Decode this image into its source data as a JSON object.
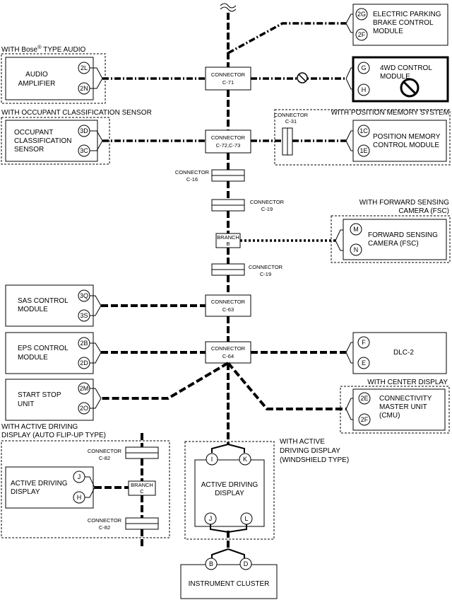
{
  "top": {
    "epb_module": "ELECTRIC PARKING BRAKE CONTROL MODULE",
    "epb_lines": [
      "ELECTRIC PARKING",
      "BRAKE CONTROL",
      "MODULE"
    ],
    "epb_pins": [
      "2G",
      "2F"
    ]
  },
  "audio": {
    "group_label": "WITH Bose® TYPE AUDIO",
    "group_prefix": "WITH Bose",
    "group_reg": "®",
    "group_suffix": " TYPE AUDIO",
    "module_lines": [
      "AUDIO",
      "AMPLIFIER"
    ],
    "pins": [
      "2L",
      "2N"
    ]
  },
  "connector_c71": {
    "lines": [
      "CONNECTOR",
      "C-71"
    ]
  },
  "awd": {
    "module_lines": [
      "4WD CONTROL",
      "MODULE"
    ],
    "pins": [
      "G",
      "H"
    ]
  },
  "occupant": {
    "group_label": "WITH OCCUPANT CLASSIFICATION SENSOR",
    "module_lines": [
      "OCCUPANT",
      "CLASSIFICATION",
      "SENSOR"
    ],
    "pins": [
      "3D",
      "3C"
    ]
  },
  "connector_c72": {
    "lines": [
      "CONNECTOR",
      "C-72,C-73"
    ]
  },
  "position_memory": {
    "group_label": "WITH POSITION MEMORY SYSTEM",
    "connector_lines": [
      "CONNECTOR",
      "C-31"
    ],
    "module_lines": [
      "POSITION MEMORY",
      "CONTROL MODULE"
    ],
    "pins": [
      "1C",
      "1E"
    ]
  },
  "connector_c16": {
    "lines": [
      "CONNECTOR",
      "C-16"
    ]
  },
  "connector_c19a": {
    "lines": [
      "CONNECTOR",
      "C-19"
    ]
  },
  "branch_b": {
    "lines": [
      "BRANCH",
      "B"
    ]
  },
  "fsc": {
    "group_lines": [
      "WITH FORWARD SENSING",
      "CAMERA (FSC)"
    ],
    "module_lines": [
      "FORWARD SENSING",
      "CAMERA (FSC)"
    ],
    "pins": [
      "M",
      "N"
    ]
  },
  "connector_c19b": {
    "lines": [
      "CONNECTOR",
      "C-19"
    ]
  },
  "sas": {
    "module_lines": [
      "SAS CONTROL",
      "MODULE"
    ],
    "pins": [
      "3Q",
      "3S"
    ]
  },
  "connector_c63": {
    "lines": [
      "CONNECTOR",
      "C-63"
    ]
  },
  "eps": {
    "module_lines": [
      "EPS CONTROL",
      "MODULE"
    ],
    "pins": [
      "2B",
      "2D"
    ]
  },
  "connector_c64": {
    "lines": [
      "CONNECTOR",
      "C-64"
    ]
  },
  "dlc": {
    "module_label": "DLC-2",
    "pins": [
      "F",
      "E"
    ]
  },
  "start_stop": {
    "module_lines": [
      "START STOP",
      "UNIT"
    ],
    "pins": [
      "2M",
      "2O"
    ]
  },
  "cmu": {
    "group_label": "WITH CENTER DISPLAY",
    "module_lines": [
      "CONNECTIVITY",
      "MASTER UNIT",
      "(CMU)"
    ],
    "pins": [
      "2E",
      "2F"
    ]
  },
  "add_flip": {
    "group_lines": [
      "WITH ACTIVE DRIVING",
      "DISPLAY (AUTO FLIP-UP TYPE)"
    ],
    "connector_top_lines": [
      "CONNECTOR",
      "C-82"
    ],
    "connector_bottom_lines": [
      "CONNECTOR",
      "C-82"
    ],
    "branch_lines": [
      "BRANCH",
      "C"
    ],
    "module_lines": [
      "ACTIVE DRIVING",
      "DISPLAY"
    ],
    "pins": [
      "J",
      "H"
    ]
  },
  "add_windshield": {
    "group_lines": [
      "WITH ACTIVE",
      "DRIVING DISPLAY",
      "(WINDSHIELD TYPE)"
    ],
    "module_lines": [
      "ACTIVE DRIVING",
      "DISPLAY"
    ],
    "pins_top": [
      "I",
      "K"
    ],
    "pins_bottom": [
      "J",
      "L"
    ]
  },
  "cluster": {
    "module_label": "INSTRUMENT CLUSTER",
    "pins": [
      "B",
      "D"
    ]
  }
}
